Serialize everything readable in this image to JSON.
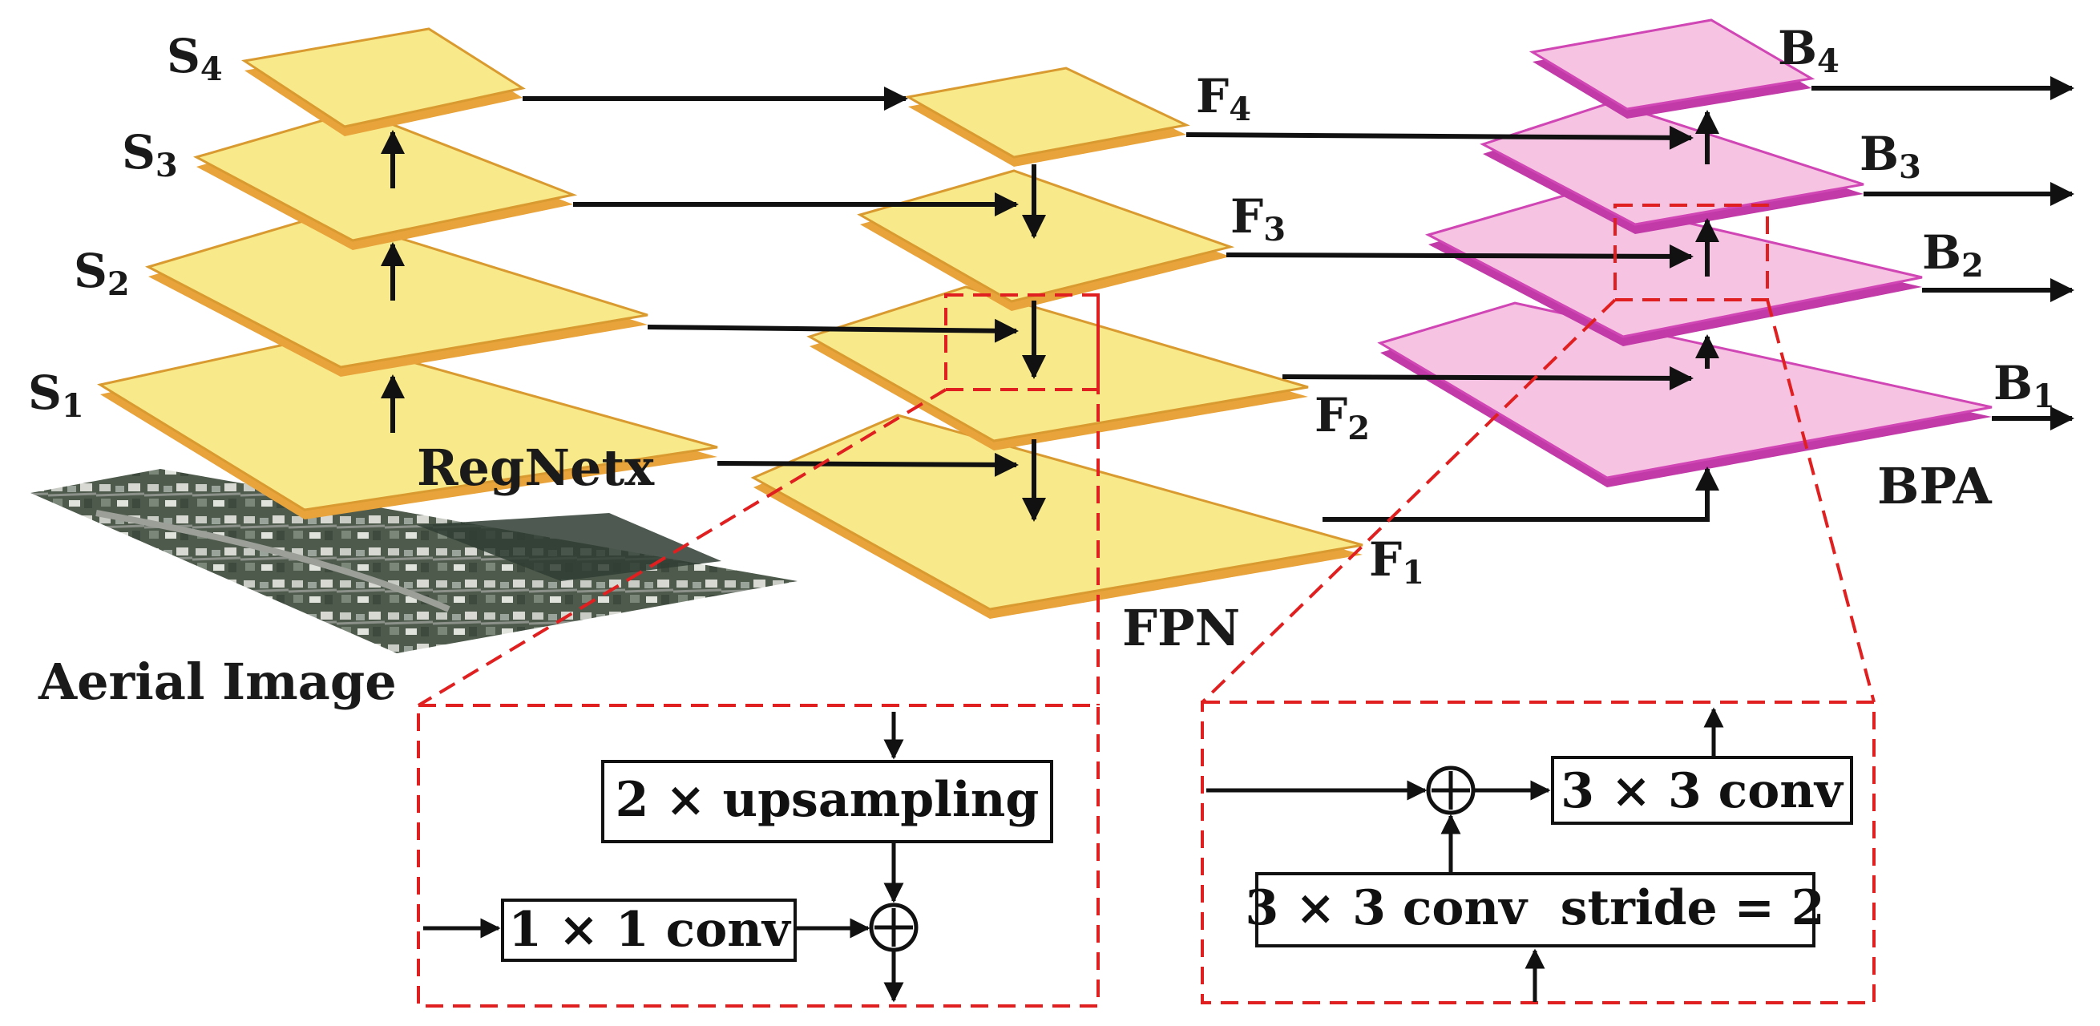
{
  "labels": {
    "aerial_image": "Aerial Image",
    "backbone": "RegNetx",
    "fpn": "FPN",
    "bpa": "BPA"
  },
  "backbone_levels": [
    {
      "letter": "S",
      "sub": "1"
    },
    {
      "letter": "S",
      "sub": "2"
    },
    {
      "letter": "S",
      "sub": "3"
    },
    {
      "letter": "S",
      "sub": "4"
    }
  ],
  "fpn_levels": [
    {
      "letter": "F",
      "sub": "1"
    },
    {
      "letter": "F",
      "sub": "2"
    },
    {
      "letter": "F",
      "sub": "3"
    },
    {
      "letter": "F",
      "sub": "4"
    }
  ],
  "bpa_levels": [
    {
      "letter": "B",
      "sub": "1"
    },
    {
      "letter": "B",
      "sub": "2"
    },
    {
      "letter": "B",
      "sub": "3"
    },
    {
      "letter": "B",
      "sub": "4"
    }
  ],
  "fpn_detail": {
    "upsample": "2 × upsampling",
    "lateral": "1 × 1 conv"
  },
  "bpa_detail": {
    "conv": "3 × 3 conv",
    "downsample": "3 × 3 conv  stride = 2"
  },
  "colors": {
    "layer_fill": "#f8e98a",
    "layer_edge": "#e8a33a",
    "bpa_fill": "#f7c3e3",
    "bpa_edge": "#d046b4",
    "callout": "#e02020"
  }
}
